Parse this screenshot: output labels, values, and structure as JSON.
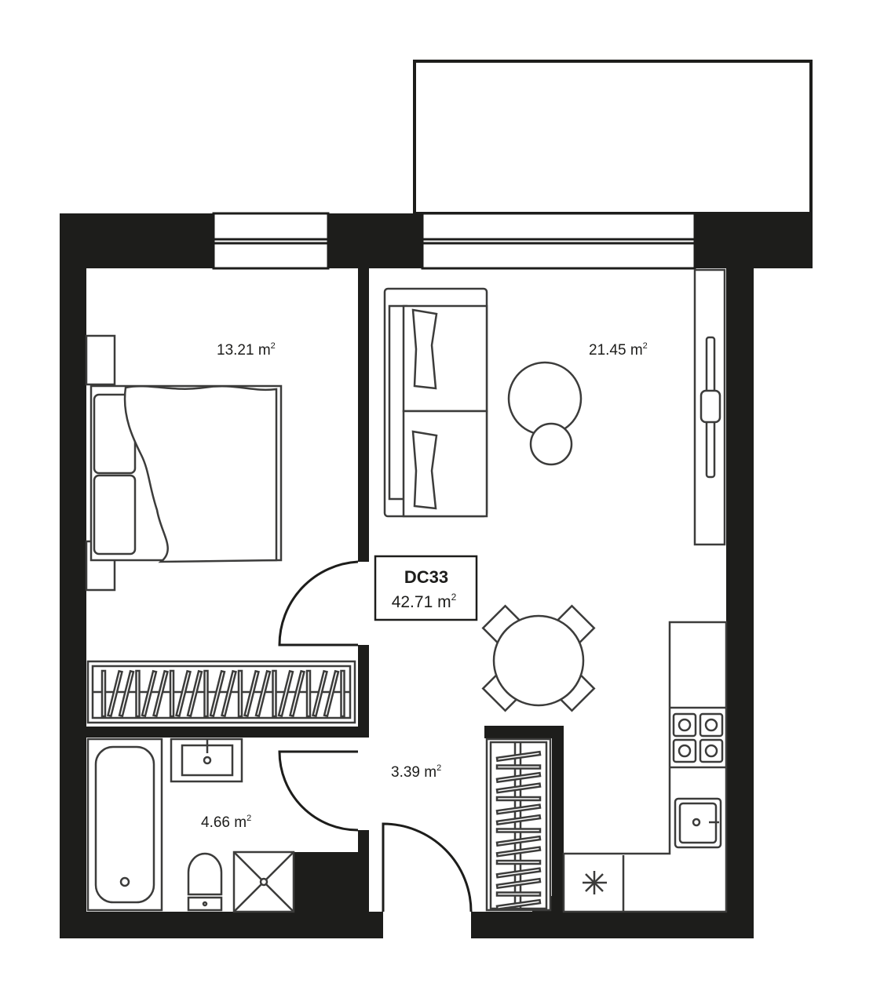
{
  "unit": {
    "label": "DC33",
    "total_area": "42.71 m",
    "sup": "2"
  },
  "rooms": [
    {
      "name": "bedroom",
      "area": "13.21 m",
      "sup": "2"
    },
    {
      "name": "living-kitchen",
      "area": "21.45 m",
      "sup": "2"
    },
    {
      "name": "hallway",
      "area": "3.39 m",
      "sup": "2"
    },
    {
      "name": "bathroom",
      "area": "4.66 m",
      "sup": "2"
    }
  ],
  "colors": {
    "wall": "#1d1d1b",
    "line": "#3c3c3b",
    "background": "#ffffff"
  }
}
